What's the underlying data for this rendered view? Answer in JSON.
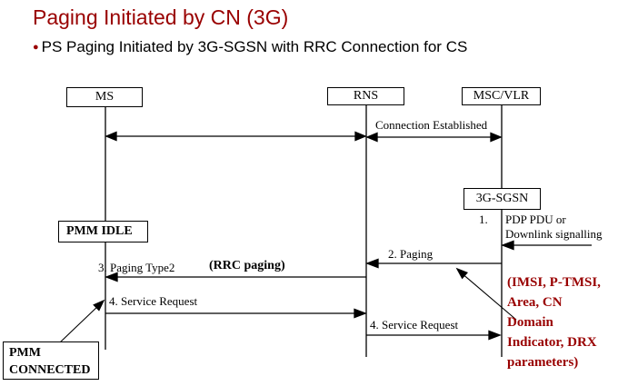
{
  "header": {
    "title": "Paging Initiated by CN (3G)",
    "title_color": "#990000",
    "bullet_symbol": "●",
    "bullet_text": "PS Paging Initiated by 3G-SGSN with RRC Connection for CS"
  },
  "diagram": {
    "entities": {
      "ms": "MS",
      "rns": "RNS",
      "msc_vlr": "MSC/VLR",
      "sgsn": "3G-SGSN"
    },
    "states": {
      "pmm_idle": "PMM IDLE",
      "pmm_connected_line1": "PMM",
      "pmm_connected_line2": "CONNECTED"
    },
    "messages": {
      "connection_established": "Connection Established",
      "step1_num": "1.",
      "step1_line1": "PDP PDU or",
      "step1_line2": "Downlink signalling",
      "step2": "2. Paging",
      "step3": "3. Paging Type2",
      "step3_note": "(RRC paging)",
      "step4_ms_rns": "4. Service Request",
      "step4_rns_sgsn": "4. Service Request"
    },
    "annotation": {
      "color": "#990000",
      "lines": [
        "(IMSI, P-TMSI,",
        "Area, CN",
        "Domain",
        "Indicator, DRX",
        "parameters)"
      ]
    }
  }
}
